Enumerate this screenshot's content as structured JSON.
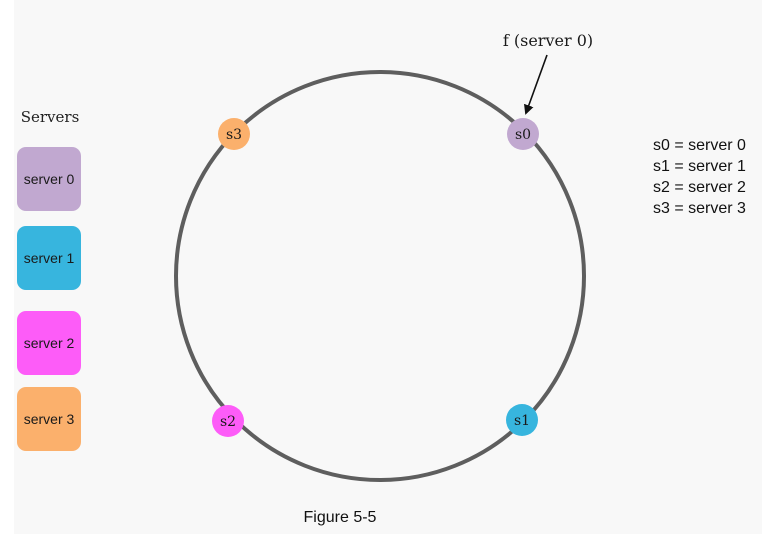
{
  "servers_heading": "Servers",
  "servers": [
    {
      "label": "server 0",
      "color": "#c1a8d0"
    },
    {
      "label": "server 1",
      "color": "#37b5de"
    },
    {
      "label": "server 2",
      "color": "#fd5cf8"
    },
    {
      "label": "server 3",
      "color": "#fbb06c"
    }
  ],
  "ring": {
    "stroke_color": "#5e5e5e",
    "nodes": [
      {
        "label": "s0",
        "color": "#c1a8d0"
      },
      {
        "label": "s1",
        "color": "#37b5de"
      },
      {
        "label": "s2",
        "color": "#fd5cf8"
      },
      {
        "label": "s3",
        "color": "#fbb06c"
      }
    ]
  },
  "callout": {
    "text": "f (server 0)"
  },
  "legend": [
    "s0 = server 0",
    "s1 = server 1",
    "s2 = server 2",
    "s3 = server 3"
  ],
  "caption": "Figure 5-5"
}
